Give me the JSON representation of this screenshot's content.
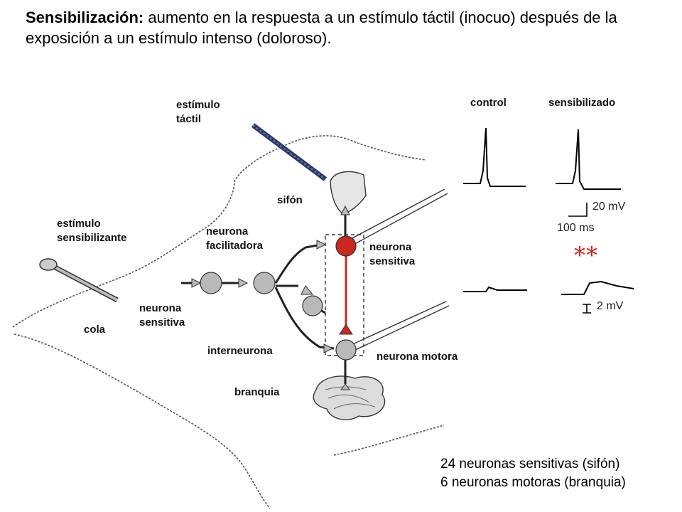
{
  "title": {
    "term": "Sensibilización:",
    "definition": " aumento en la respuesta a un estímulo táctil (inocuo) después de la exposición a un estímulo intenso (doloroso)."
  },
  "labels": {
    "estimulo_tactil": "estímulo táctil",
    "estimulo_sensibilizante": "estímulo sensibilizante",
    "sifon": "sifón",
    "neurona_facilitadora": "neurona facilitadora",
    "neurona_sensitiva_sifon": "neurona sensitiva",
    "neurona_sensitiva_cola": "neurona sensitiva",
    "cola": "cola",
    "interneurona": "interneurona",
    "neurona_motora": "neurona motora",
    "branquia": "branquia"
  },
  "recordings": {
    "control": "control",
    "sensibilizado": "sensibilizado",
    "scale_voltage_top": "20 mV",
    "scale_time": "100 ms",
    "scale_voltage_bottom": "2 mV",
    "significance": "**"
  },
  "notes": [
    "24 neuronas sensitivas (sifón)",
    "6 neuronas motoras (branquia)"
  ],
  "colors": {
    "highlight": "#c8281e",
    "neuron_fill": "#b9b9b9",
    "stimulator": "#2a3a6a"
  }
}
